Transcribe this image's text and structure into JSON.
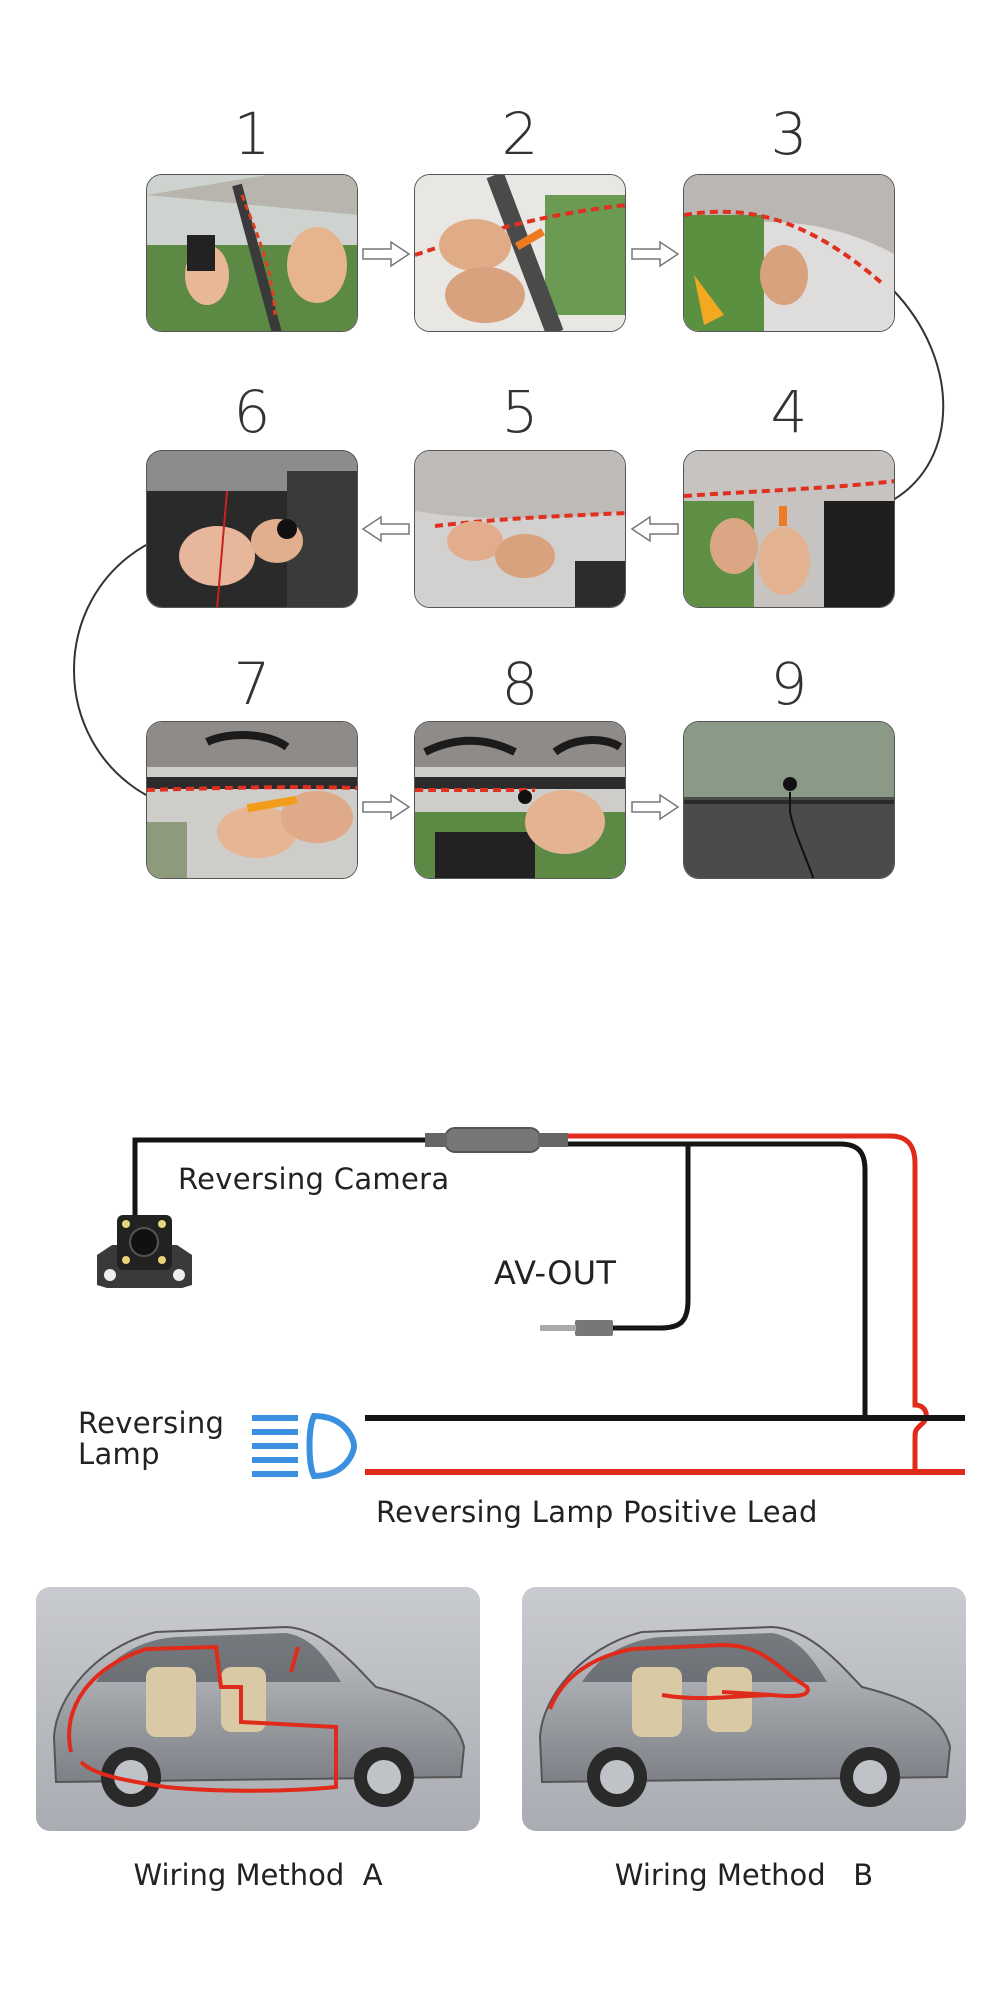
{
  "steps": [
    {
      "number": "1"
    },
    {
      "number": "2"
    },
    {
      "number": "3"
    },
    {
      "number": "4"
    },
    {
      "number": "5"
    },
    {
      "number": "6"
    },
    {
      "number": "7"
    },
    {
      "number": "8"
    },
    {
      "number": "9"
    }
  ],
  "wiring": {
    "reversing_camera": "Reversing Camera",
    "av_out": "AV-OUT",
    "reversing_lamp_line1": "Reversing",
    "reversing_lamp_line2": "Lamp",
    "positive_lead": "Reversing Lamp Positive Lead"
  },
  "methods": {
    "a": "Wiring Method  A",
    "b": "Wiring Method   B"
  },
  "colors": {
    "wire_red": "#e02a1a",
    "wire_black": "#151515",
    "lamp_blue": "#3a8fdf"
  }
}
